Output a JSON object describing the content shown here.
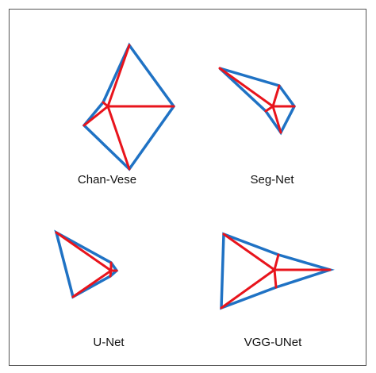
{
  "colors": {
    "outline": "#1f72c4",
    "skeleton": "#e8141c",
    "frame": "#555555"
  },
  "panels": [
    {
      "id": "chan-vese",
      "label": "Chan-Vese"
    },
    {
      "id": "seg-net",
      "label": "Seg-Net"
    },
    {
      "id": "u-net",
      "label": "U-Net"
    },
    {
      "id": "vgg-unet",
      "label": "VGG-UNet"
    }
  ]
}
